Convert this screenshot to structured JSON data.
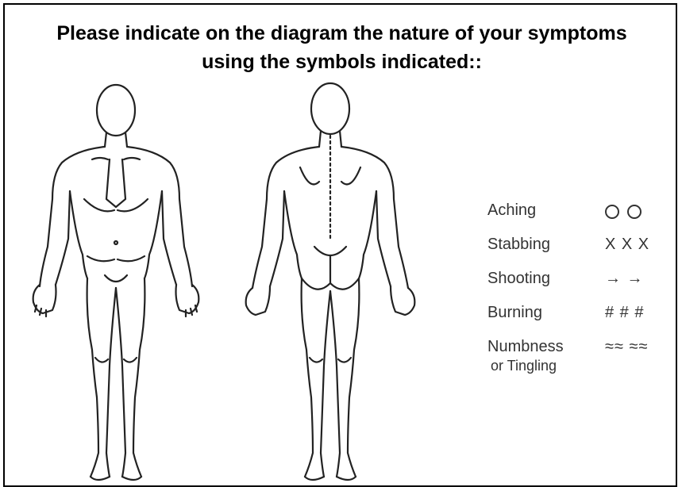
{
  "title": {
    "line1": "Please indicate on the diagram the nature of your symptoms",
    "line2": "using the symbols indicated::"
  },
  "figures": [
    {
      "view": "front",
      "icon": "body-front-outline"
    },
    {
      "view": "back",
      "icon": "body-back-outline"
    }
  ],
  "legend": [
    {
      "label": "Aching",
      "symbol": "O O",
      "icon": "circle-pair-icon"
    },
    {
      "label": "Stabbing",
      "symbol": "X X X"
    },
    {
      "label": "Shooting",
      "symbol": "→ →"
    },
    {
      "label": "Burning",
      "symbol": "# # #"
    },
    {
      "label": "Numbness",
      "label_line2": "or Tingling",
      "symbol": "≈≈ ≈≈",
      "icon": "wavy-lines-icon"
    }
  ],
  "colors": {
    "line": "#222222",
    "text": "#333333",
    "border": "#000000"
  }
}
